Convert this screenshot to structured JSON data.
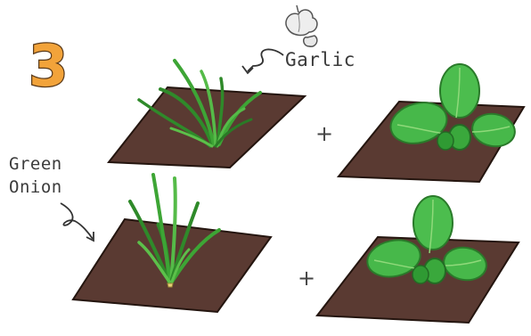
{
  "step": {
    "number": "3"
  },
  "labels": {
    "garlic": "Garlic",
    "green_onion_line1": "Green",
    "green_onion_line2": "Onion"
  },
  "symbols": {
    "plus_top": "+",
    "plus_bottom": "+"
  },
  "colors": {
    "soil": "#5a3a32",
    "soil_edge": "#2a1a16",
    "leaf_dark": "#2f8a2a",
    "leaf_light": "#5cc04a",
    "spinach": "#47b84a",
    "number_fill": "#f2a33a"
  },
  "icons": {
    "garlic_bulb": "garlic-icon",
    "arrow": "curly-arrow-icon"
  }
}
